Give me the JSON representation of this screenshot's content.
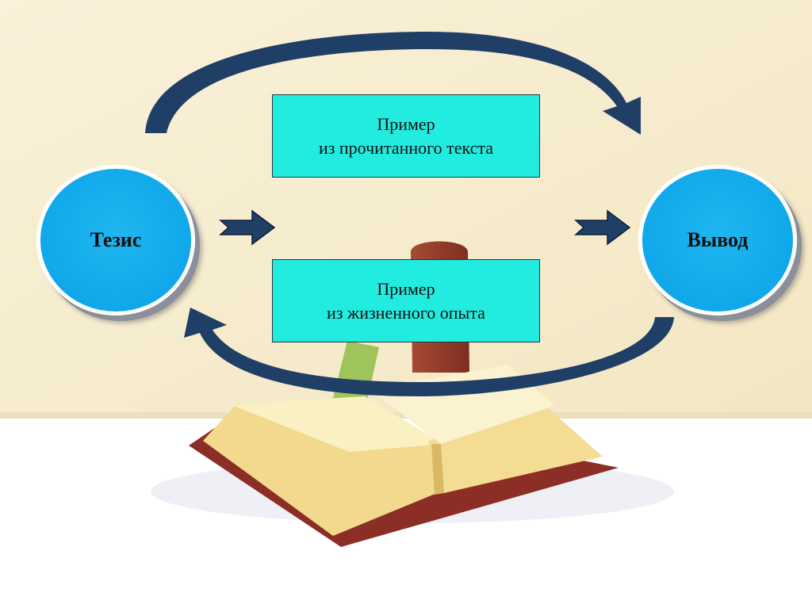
{
  "diagram": {
    "thesis": "Тезис",
    "conclusion": "Вывод",
    "example_read": {
      "line1": "Пример",
      "line2": "из прочитанного текста"
    },
    "example_life": {
      "line1": "Пример",
      "line2": "из жизненного опыта"
    }
  },
  "colors": {
    "circle_fill": "#10a8ea",
    "box_fill": "#22ece0",
    "arrow_fill": "#1f3f66",
    "background": "#f6ecce"
  }
}
